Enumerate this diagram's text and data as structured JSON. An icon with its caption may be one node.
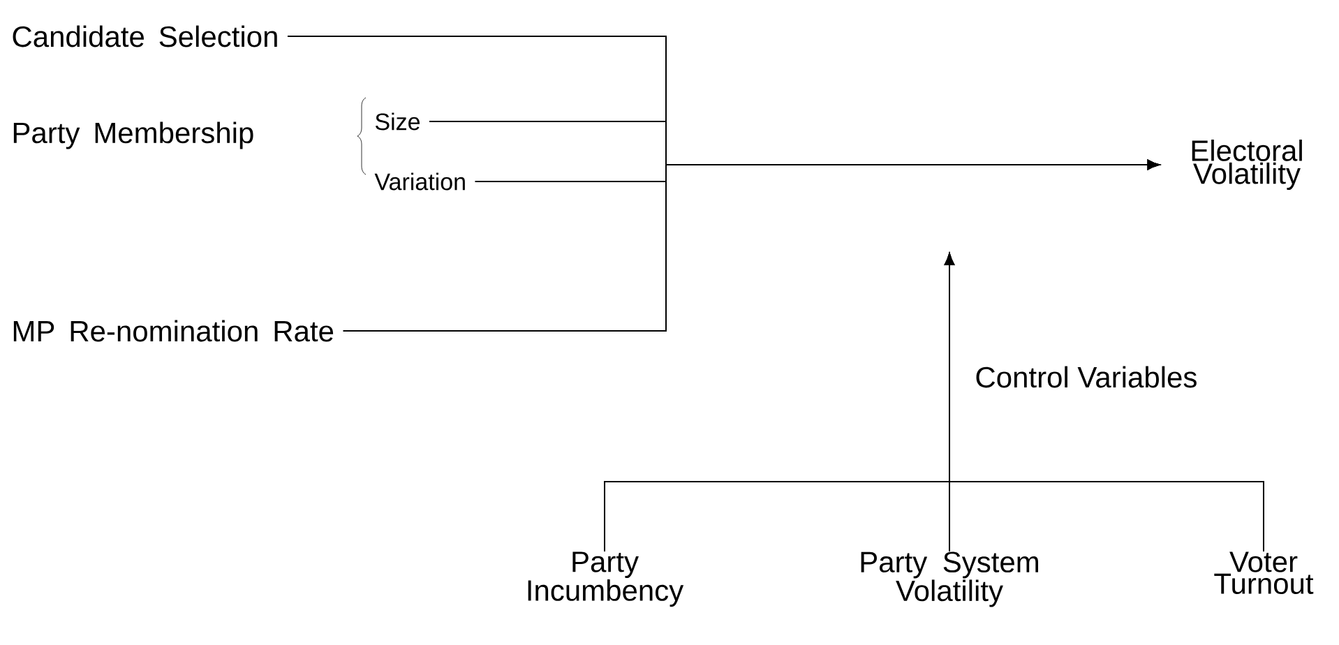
{
  "diagram": {
    "nodes": [
      {
        "text": [
          "Candidate Selection"
        ]
      },
      {
        "text": [
          "Party Membership"
        ]
      },
      {
        "text": [
          "Size"
        ]
      },
      {
        "text": [
          "Variation"
        ]
      },
      {
        "text": [
          "MP Re-nomination Rate"
        ]
      },
      {
        "text": [
          "Electoral Volatility"
        ]
      },
      {
        "text": [
          "Party Incumbency"
        ]
      },
      {
        "text": [
          "Party System Volatility"
        ]
      },
      {
        "text": [
          "Voter Turnout"
        ]
      }
    ],
    "edges": [
      {
        "from": 0,
        "to": 5,
        "arrow": "to"
      },
      {
        "from": 2,
        "to": 5,
        "arrow": "to"
      },
      {
        "from": 3,
        "to": 5,
        "arrow": "to"
      },
      {
        "from": 4,
        "to": 5,
        "arrow": "to"
      },
      {
        "from": 6,
        "to": null,
        "arrow": "to"
      },
      {
        "from": 7,
        "to": null,
        "arrow": "to",
        "label": "Control Variables"
      },
      {
        "from": 8,
        "to": null,
        "arrow": "to"
      }
    ]
  }
}
